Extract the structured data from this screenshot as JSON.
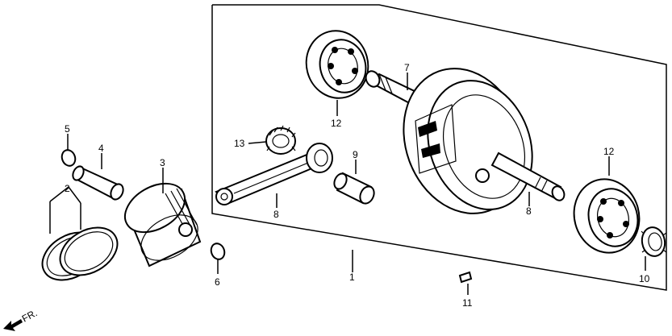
{
  "labels": {
    "p1": "1",
    "p2": "2",
    "p3": "3",
    "p4": "4",
    "p5": "5",
    "p6": "6",
    "p7": "7",
    "p8a": "8",
    "p8b": "8",
    "p9": "9",
    "p10": "10",
    "p11": "11",
    "p12a": "12",
    "p12b": "12",
    "p13": "13",
    "direction": "FR."
  },
  "colors": {
    "ink": "#000000",
    "paper": "#ffffff"
  }
}
